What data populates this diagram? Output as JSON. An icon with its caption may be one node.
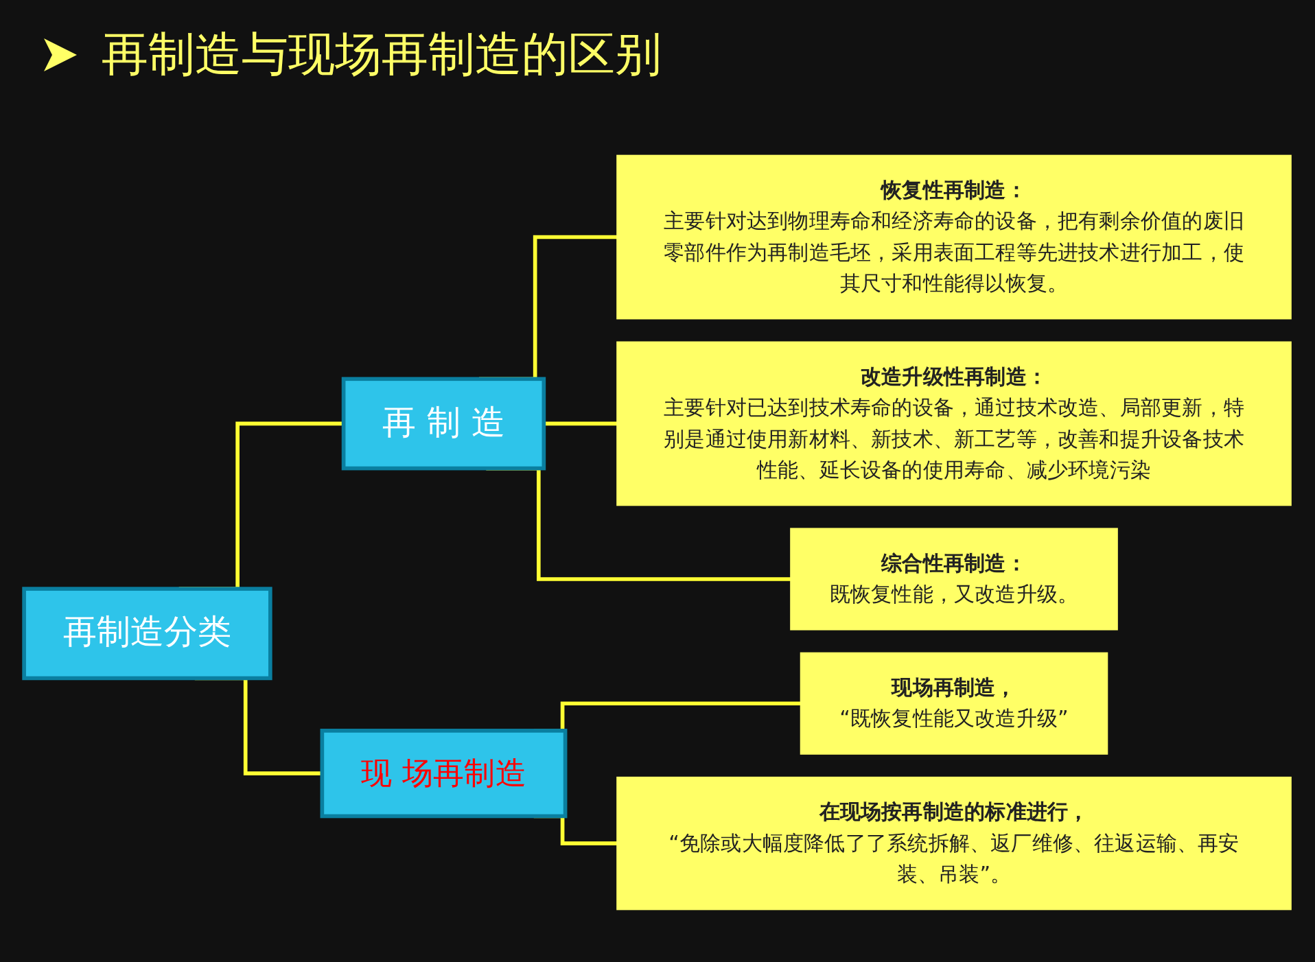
{
  "diagram": {
    "title": "再制造与现场再制造的区别",
    "nodes": [
      {
        "text": [
          "再制造分类"
        ]
      },
      {
        "text": [
          "再 制 造"
        ]
      },
      {
        "text": [
          "现 场再制造"
        ]
      },
      {
        "text": [
          "恢复性再制造：",
          "主要针对达到物理寿命和经济寿命的设备，把有剩余价值的废旧零部件作为再制造毛坯，采用表面工程等先进技术进行加工，使其尺寸和性能得以恢复。"
        ]
      },
      {
        "text": [
          "改造升级性再制造：",
          "主要针对已达到技术寿命的设备，通过技术改造、局部更新，特别是通过使用新材料、新技术、新工艺等，改善和提升设备技术性能、延长设备的使用寿命、减少环境污染"
        ]
      },
      {
        "text": [
          "综合性再制造：",
          "既恢复性能，又改造升级。"
        ]
      },
      {
        "text": [
          "现场再制造，",
          "“既恢复性能又改造升级”"
        ]
      },
      {
        "text": [
          "在现场按再制造的标准进行，",
          "“免除或大幅度降低了了系统拆解、返厂维修、往返运输、再安装、吊装”。"
        ]
      }
    ],
    "edges": [
      {
        "from": 0,
        "to": 1,
        "arrow": "none"
      },
      {
        "from": 0,
        "to": 2,
        "arrow": "none"
      },
      {
        "from": 1,
        "to": 3,
        "arrow": "none"
      },
      {
        "from": 1,
        "to": 4,
        "arrow": "none"
      },
      {
        "from": 1,
        "to": 5,
        "arrow": "none"
      },
      {
        "from": 2,
        "to": 6,
        "arrow": "none"
      },
      {
        "from": 2,
        "to": 7,
        "arrow": "none"
      }
    ]
  }
}
